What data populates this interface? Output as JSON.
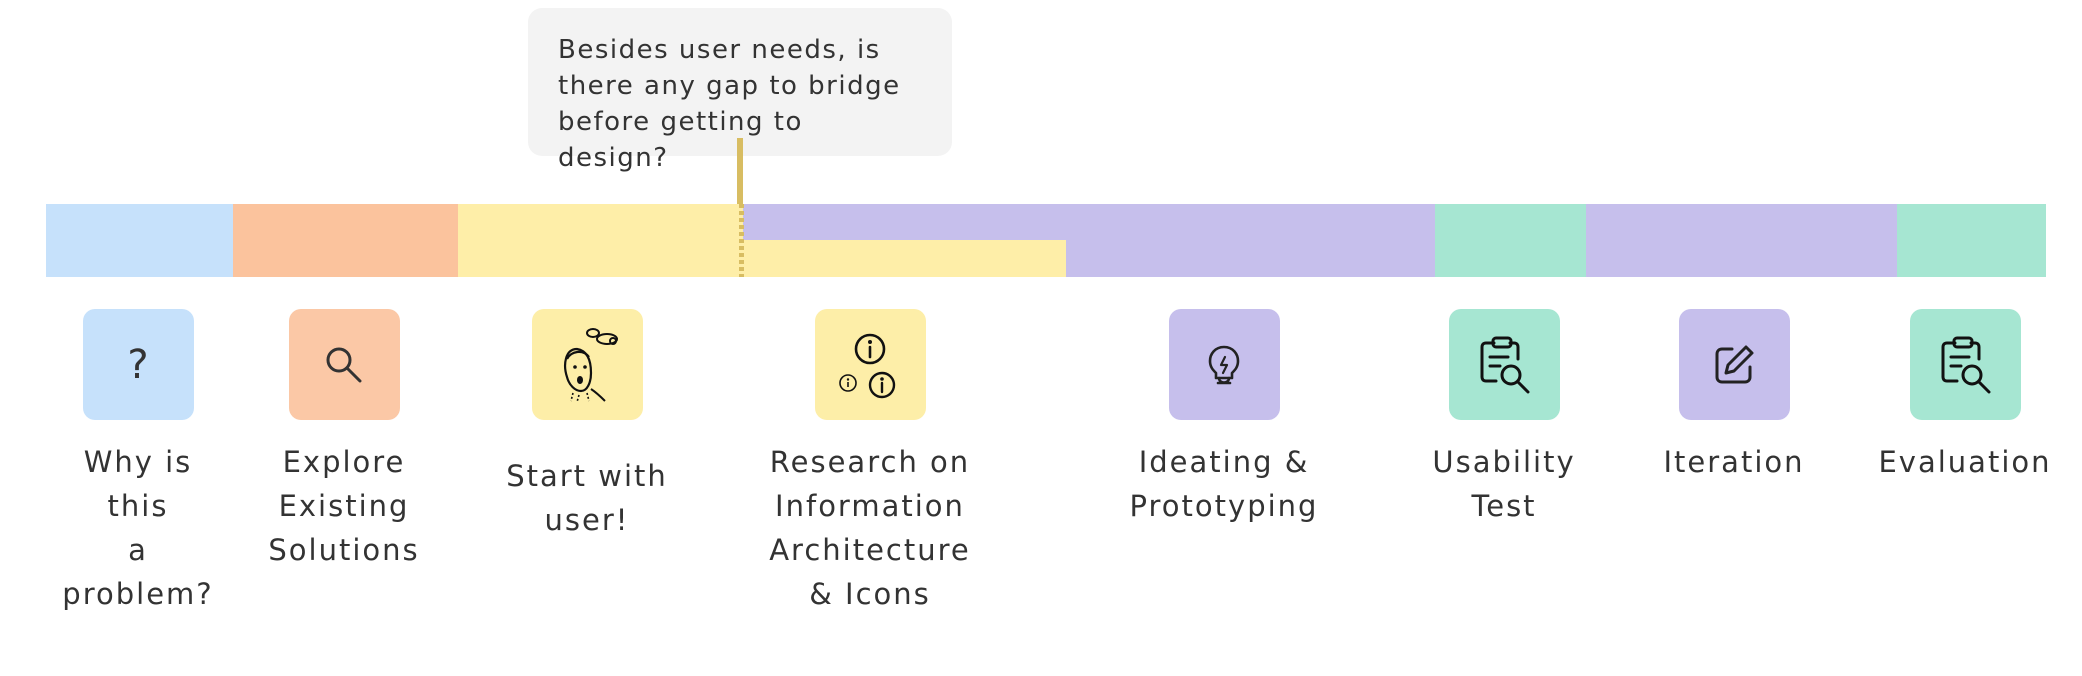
{
  "callout": {
    "text": "Besides user needs, is\nthere any gap to bridge\nbefore getting to design?"
  },
  "colors": {
    "blue": "#c6e1fb",
    "orange": "#fbc39d",
    "yellow": "#feeea8",
    "purple": "#c6bfec",
    "green": "#a6e6d2",
    "stem": "#d8bd62"
  },
  "stages": [
    {
      "label": "Why is this\na problem?",
      "icon": "question-mark-icon",
      "color": "#c6e1fb"
    },
    {
      "label": "Explore\nExisting\nSolutions",
      "icon": "search-icon",
      "color": "#fbc8a6"
    },
    {
      "label": "Start with\nuser!",
      "icon": "user-sketch-icon",
      "color": "#fdeea8"
    },
    {
      "label": "Research on\nInformation\nArchitecture\n& Icons",
      "icon": "info-icons",
      "color": "#fdeea8"
    },
    {
      "label": "Ideating &\nPrototyping",
      "icon": "lightbulb-icon",
      "color": "#c6bfec"
    },
    {
      "label": "Usability\nTest",
      "icon": "clipboard-search-icon",
      "color": "#a6e6d2"
    },
    {
      "label": "Iteration",
      "icon": "edit-icon",
      "color": "#c6bfec"
    },
    {
      "label": "Evaluation",
      "icon": "clipboard-search-icon",
      "color": "#a6e6d2"
    }
  ],
  "question_glyph": "?"
}
